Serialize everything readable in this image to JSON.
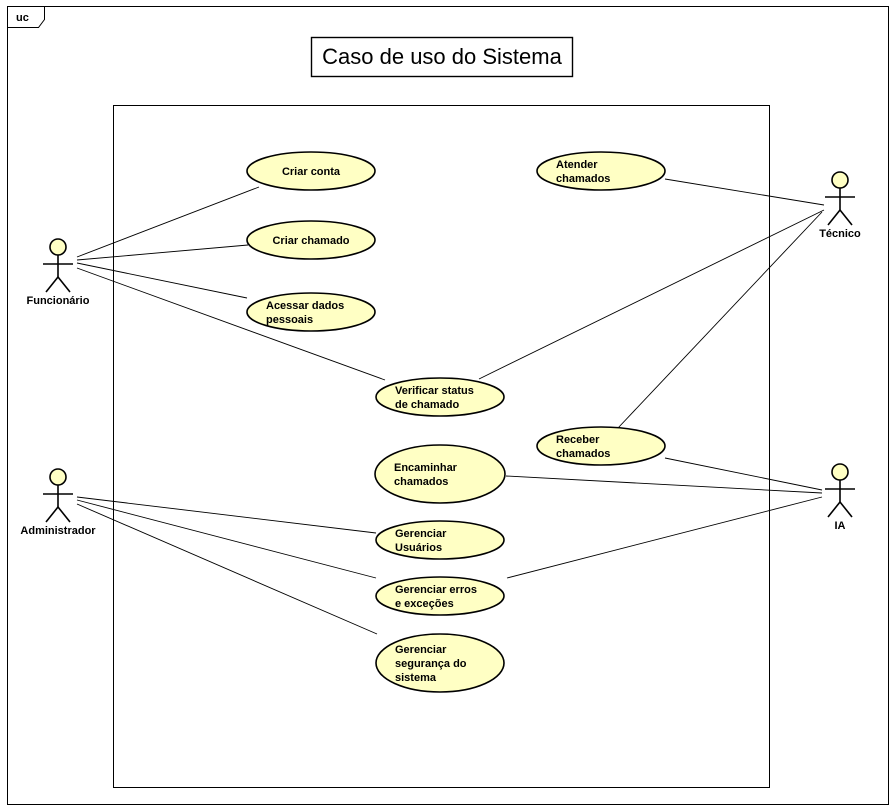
{
  "diagram": {
    "frame_tag": "uc",
    "title": "Caso de uso do Sistema",
    "actors": [
      {
        "id": "funcionario",
        "label": "Funcionário"
      },
      {
        "id": "tecnico",
        "label": "Técnico"
      },
      {
        "id": "administrador",
        "label": "Administrador"
      },
      {
        "id": "ia",
        "label": "IA"
      }
    ],
    "use_cases": [
      {
        "id": "criar-conta",
        "lines": [
          "Criar conta"
        ]
      },
      {
        "id": "criar-chamado",
        "lines": [
          "Criar chamado"
        ]
      },
      {
        "id": "acessar-dados",
        "lines": [
          "Acessar dados",
          "pessoais"
        ]
      },
      {
        "id": "verificar-status",
        "lines": [
          "Verificar status",
          "de chamado"
        ]
      },
      {
        "id": "atender-chamados",
        "lines": [
          "Atender",
          "chamados"
        ]
      },
      {
        "id": "receber-chamados",
        "lines": [
          "Receber",
          "chamados"
        ]
      },
      {
        "id": "encaminhar-chamados",
        "lines": [
          "Encaminhar",
          "chamados"
        ]
      },
      {
        "id": "gerenciar-usuarios",
        "lines": [
          "Gerenciar",
          "Usuários"
        ]
      },
      {
        "id": "gerenciar-erros",
        "lines": [
          "Gerenciar erros",
          "e exceções"
        ]
      },
      {
        "id": "gerenciar-seguranca",
        "lines": [
          "Gerenciar",
          "segurança do",
          "sistema"
        ]
      }
    ],
    "associations": [
      [
        "funcionario",
        "criar-conta"
      ],
      [
        "funcionario",
        "criar-chamado"
      ],
      [
        "funcionario",
        "acessar-dados"
      ],
      [
        "funcionario",
        "verificar-status"
      ],
      [
        "tecnico",
        "atender-chamados"
      ],
      [
        "tecnico",
        "verificar-status"
      ],
      [
        "tecnico",
        "receber-chamados"
      ],
      [
        "ia",
        "receber-chamados"
      ],
      [
        "ia",
        "encaminhar-chamados"
      ],
      [
        "ia",
        "gerenciar-erros"
      ],
      [
        "administrador",
        "gerenciar-usuarios"
      ],
      [
        "administrador",
        "gerenciar-erros"
      ],
      [
        "administrador",
        "gerenciar-seguranca"
      ]
    ]
  }
}
